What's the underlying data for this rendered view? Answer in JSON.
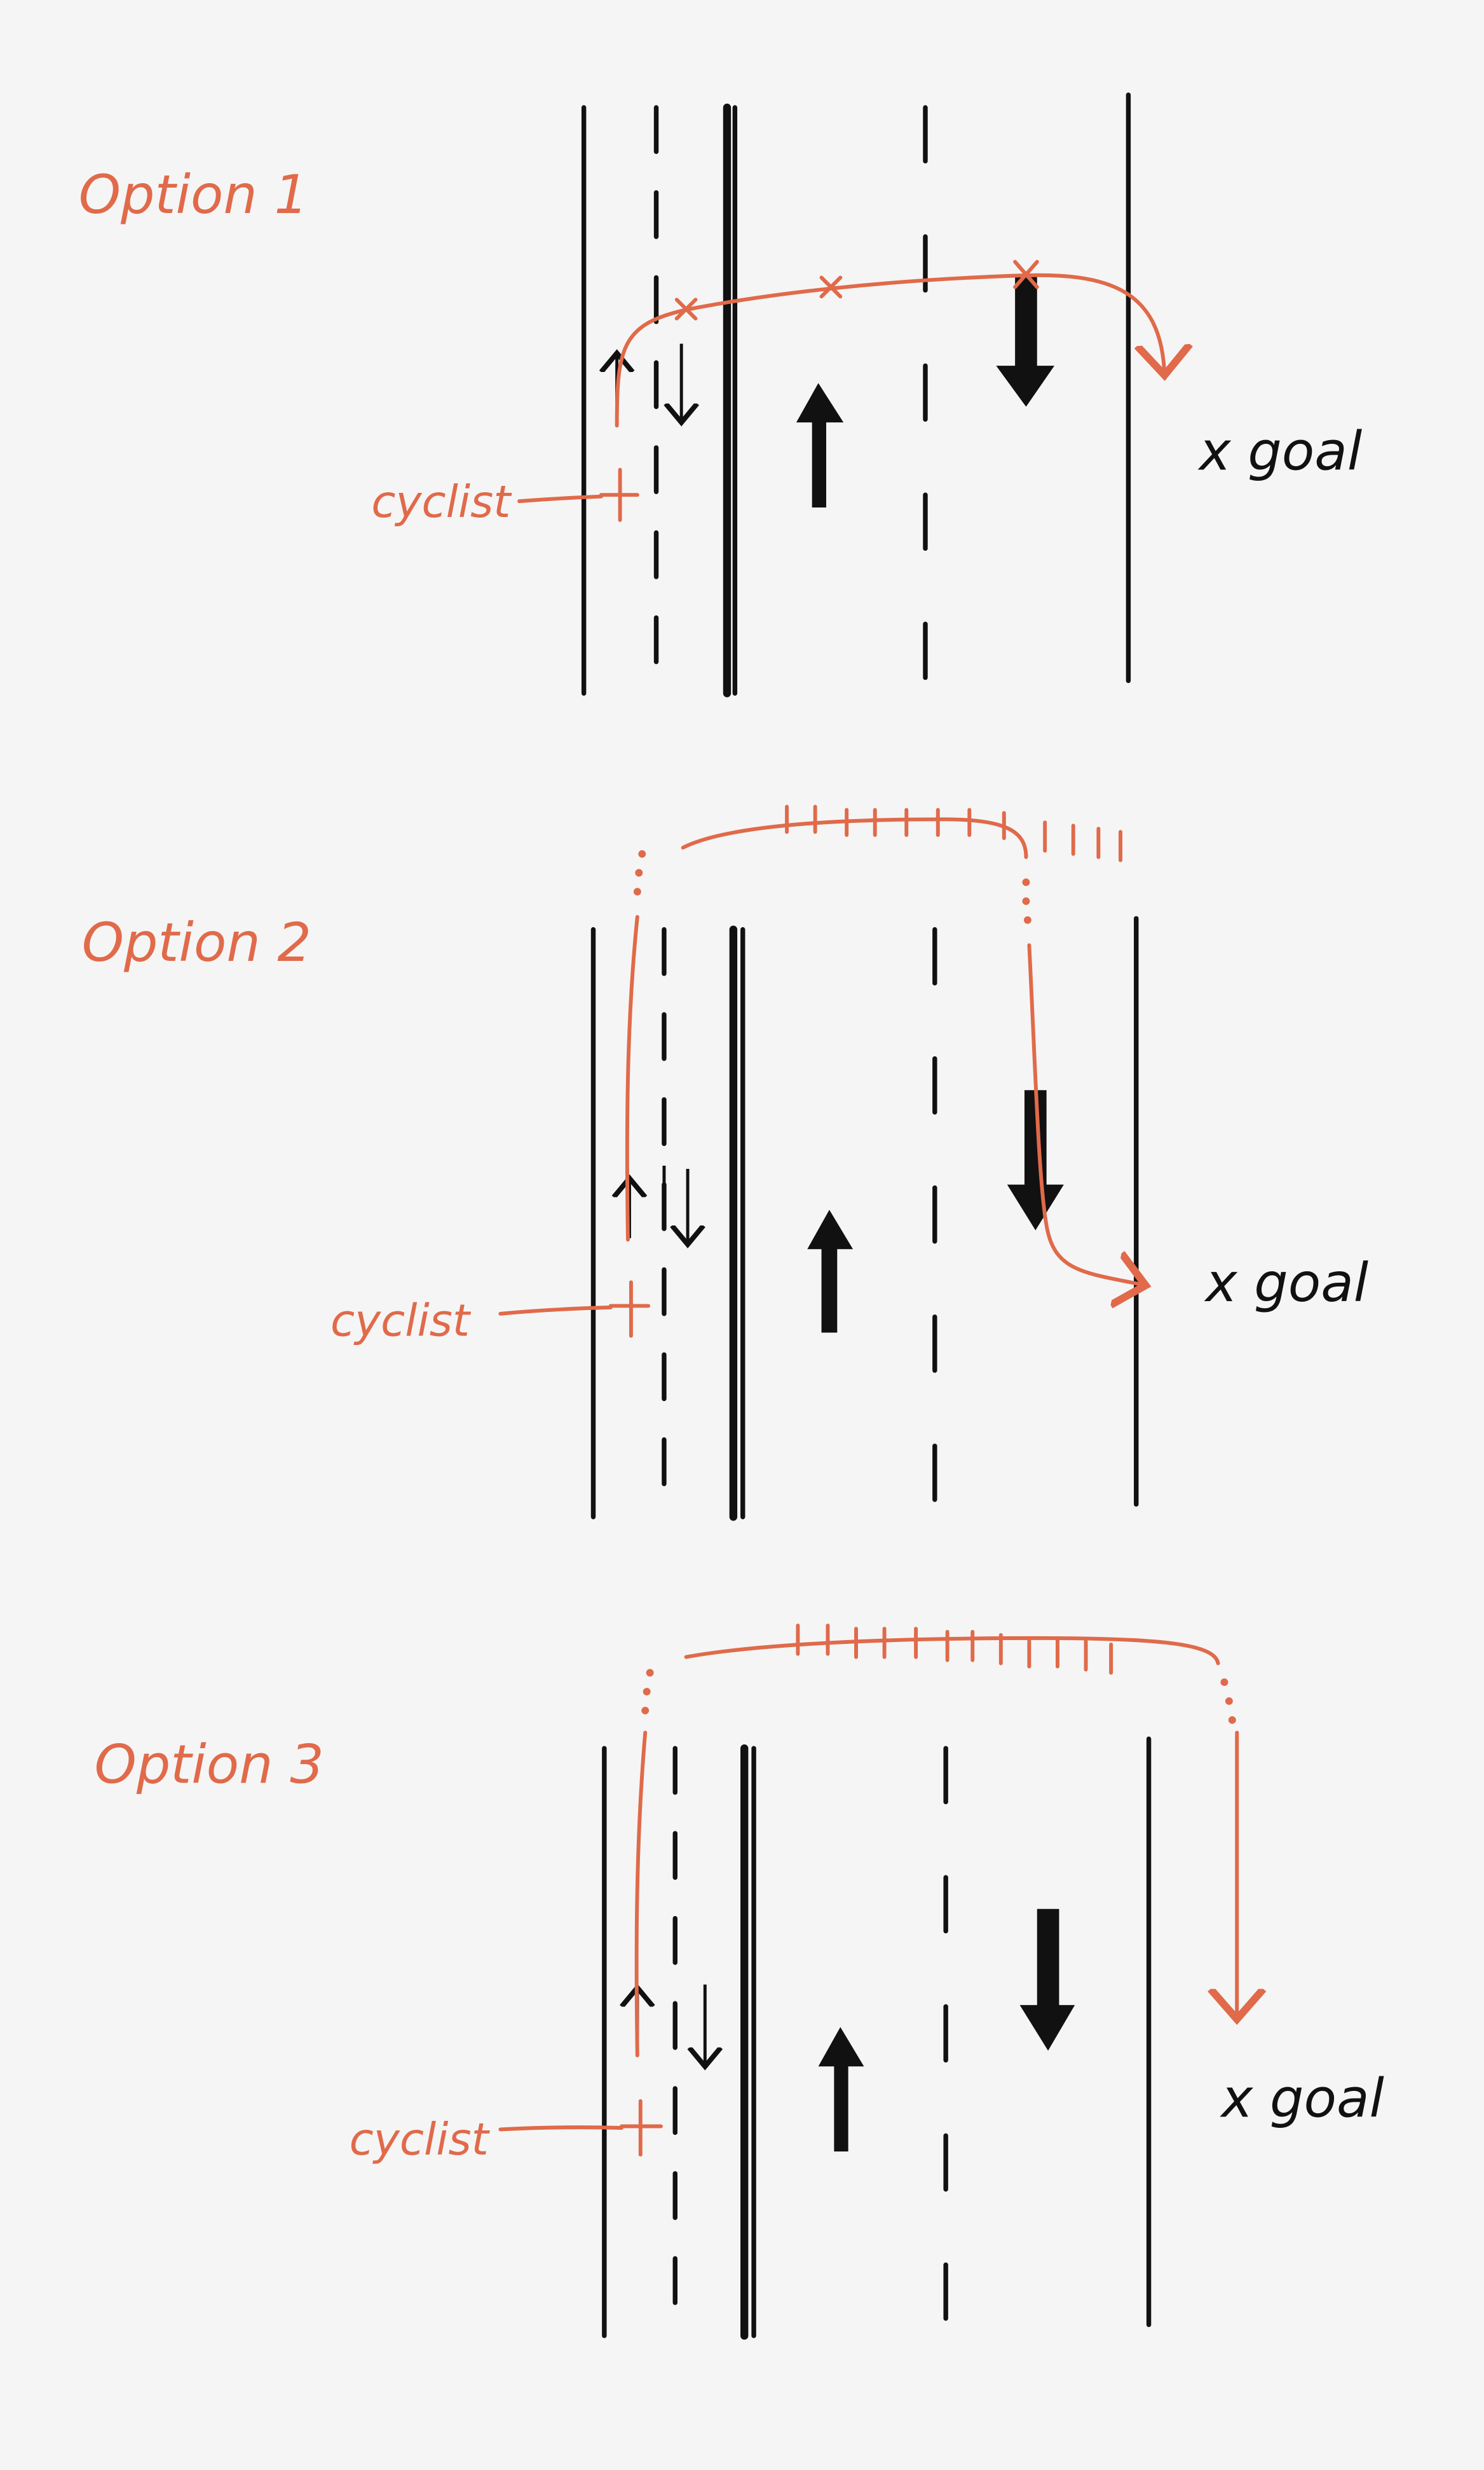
{
  "colors": {
    "ink": "#111111",
    "accent": "#e06a4a",
    "paper": "#f5f5f5"
  },
  "panels": [
    {
      "id": "option-1",
      "title": "Option 1",
      "cyclist_label": "cyclist",
      "goal_label": "x goal"
    },
    {
      "id": "option-2",
      "title": "Option 2",
      "cyclist_label": "cyclist",
      "goal_label": "x goal"
    },
    {
      "id": "option-3",
      "title": "Option 3",
      "cyclist_label": "cyclist",
      "goal_label": "x goal"
    }
  ]
}
